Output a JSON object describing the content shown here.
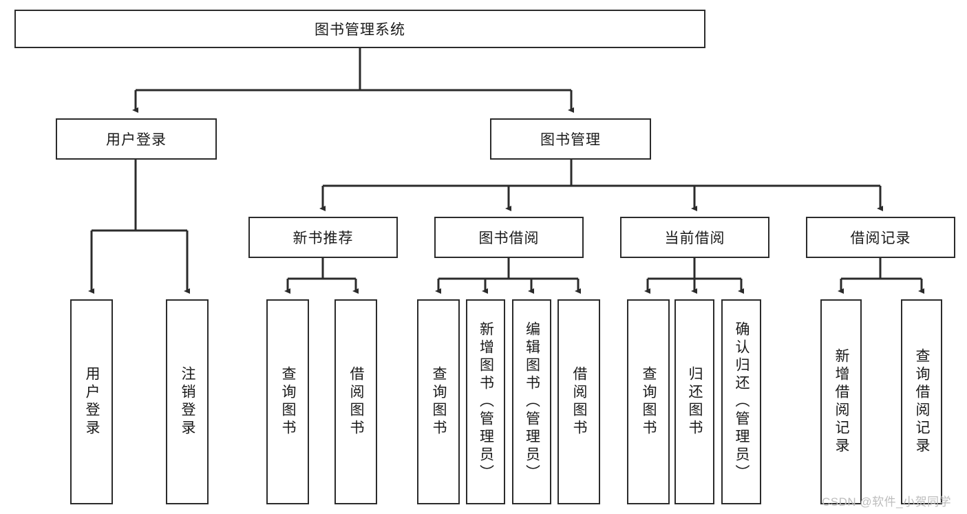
{
  "diagram": {
    "title": "图书管理系统",
    "type": "tree-hierarchy-chart",
    "theme": {
      "background": "#ffffff",
      "node_border": "#2b2b2b",
      "node_fill": "#ffffff",
      "text": "#1a1a1a",
      "edge": "#2b2b2b",
      "watermark": "#bdbdbd"
    },
    "levels": {
      "root": {
        "label": "图书管理系统",
        "orientation": "horizontal"
      },
      "level2": [
        {
          "label": "用户登录",
          "orientation": "horizontal"
        },
        {
          "label": "图书管理",
          "orientation": "horizontal"
        }
      ],
      "level3": [
        {
          "label": "新书推荐",
          "orientation": "horizontal",
          "parent": "图书管理"
        },
        {
          "label": "图书借阅",
          "orientation": "horizontal",
          "parent": "图书管理"
        },
        {
          "label": "当前借阅",
          "orientation": "horizontal",
          "parent": "图书管理"
        },
        {
          "label": "借阅记录",
          "orientation": "horizontal",
          "parent": "图书管理"
        }
      ],
      "leaves": [
        {
          "label": "用户登录",
          "orientation": "vertical",
          "parent": "用户登录"
        },
        {
          "label": "注销登录",
          "orientation": "vertical",
          "parent": "用户登录"
        },
        {
          "label": "查询图书",
          "orientation": "vertical",
          "parent": "新书推荐"
        },
        {
          "label": "借阅图书",
          "orientation": "vertical",
          "parent": "新书推荐"
        },
        {
          "label": "查询图书",
          "orientation": "vertical",
          "parent": "图书借阅"
        },
        {
          "label": "新增图书（管理员）",
          "orientation": "vertical",
          "parent": "图书借阅"
        },
        {
          "label": "编辑图书（管理员）",
          "orientation": "vertical",
          "parent": "图书借阅"
        },
        {
          "label": "借阅图书",
          "orientation": "vertical",
          "parent": "图书借阅"
        },
        {
          "label": "查询图书",
          "orientation": "vertical",
          "parent": "当前借阅"
        },
        {
          "label": "归还图书",
          "orientation": "vertical",
          "parent": "当前借阅"
        },
        {
          "label": "确认归还（管理员）",
          "orientation": "vertical",
          "parent": "当前借阅"
        },
        {
          "label": "新增借阅记录",
          "orientation": "vertical",
          "parent": "借阅记录"
        },
        {
          "label": "查询借阅记录",
          "orientation": "vertical",
          "parent": "借阅记录"
        }
      ]
    }
  },
  "watermark": {
    "text": "CSDN @软件_小贺同学"
  }
}
